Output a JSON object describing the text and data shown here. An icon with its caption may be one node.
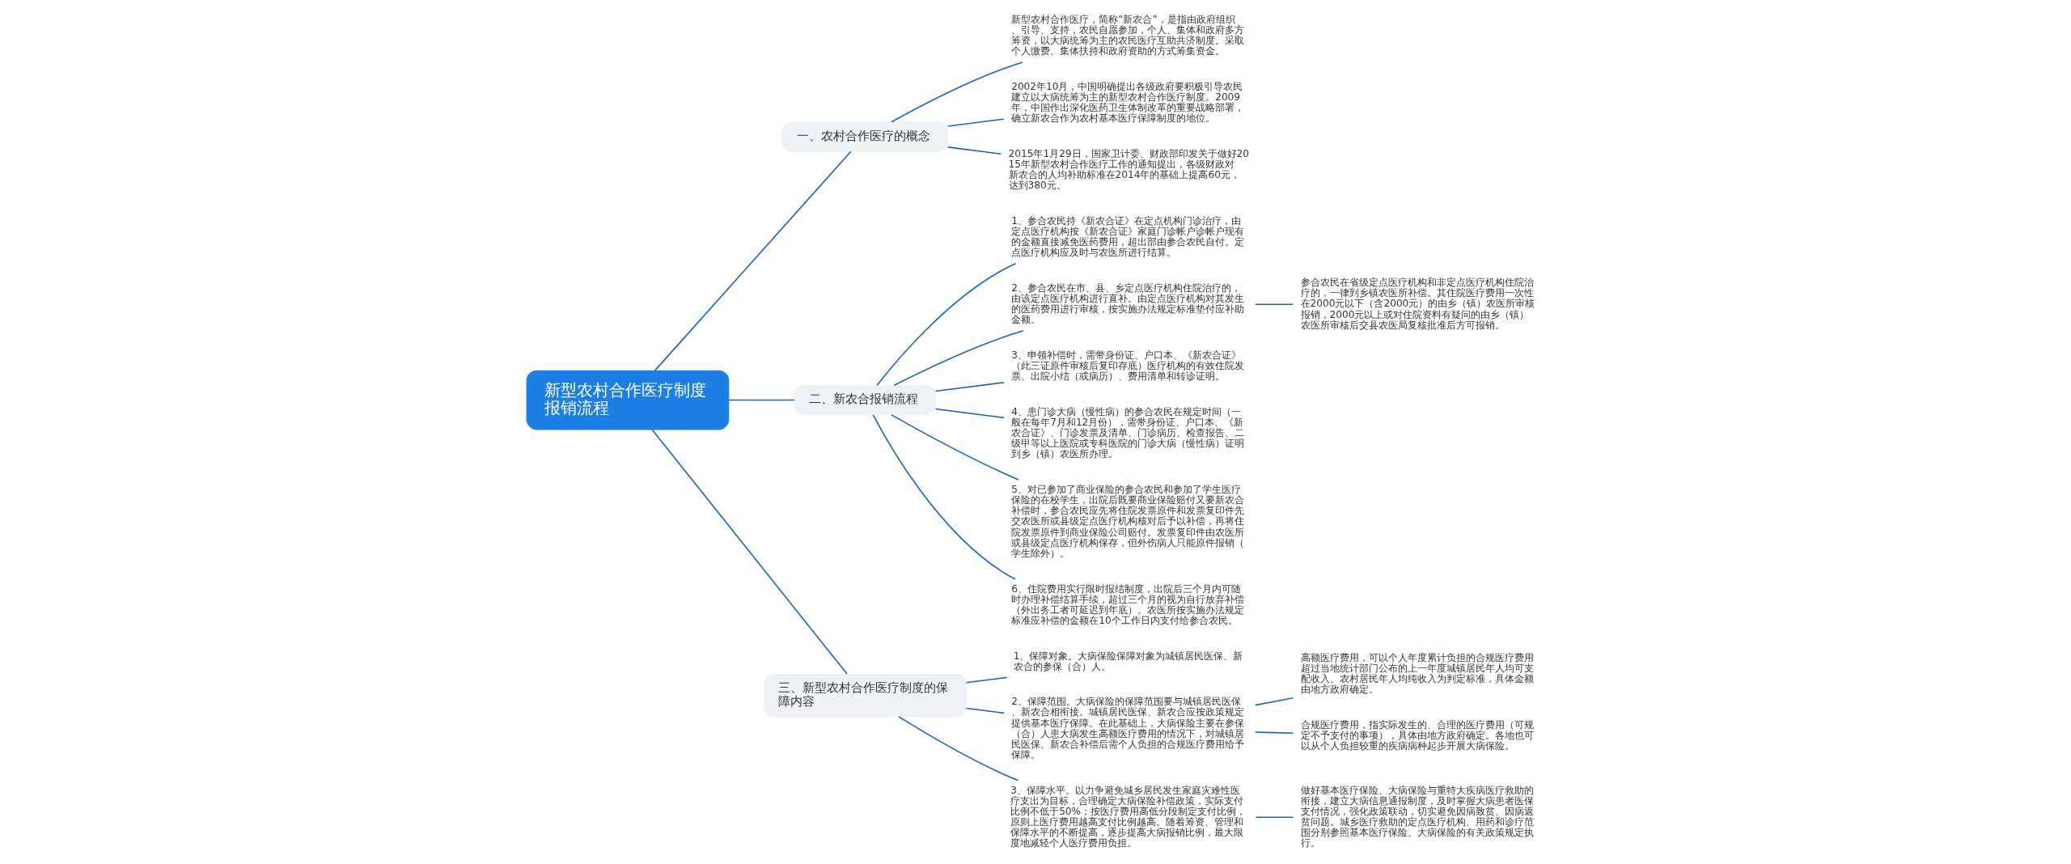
{
  "diagram": {
    "nodes": [
      {
        "text": [
          "新型农村合作医疗制度报销流程"
        ]
      },
      {
        "text": [
          "一、农村合作医疗的概念"
        ]
      },
      {
        "text": [
          "新型农村合作医疗，简称“新农合”，是指由政府组织、引导、支持，农民自愿参加，个人、集体和政府多方筹资，以大病统筹为主的农民医疗互助共济制度。采取个人缴费、集体扶持和政府资助的方式筹集资金。"
        ]
      },
      {
        "text": [
          "2002年10月，中国明确提出各级政府要积极引导农民建立以大病统筹为主的新型农村合作医疗制度。2009年，中国作出深化医药卫生体制改革的重要战略部署，确立新农合作为农村基本医疗保障制度的地位。"
        ]
      },
      {
        "text": [
          "2015年1月29日，国家卫计委、财政部印发关于做好2015年新型农村合作医疗工作的通知提出，各级财政对新农合的人均补助标准在2014年的基础上提高60元，达到380元。"
        ]
      },
      {
        "text": [
          "二、新农合报销流程"
        ]
      },
      {
        "text": [
          "1、参合农民持《新农合证》在定点机构门诊治疗，由定点医疗机构按《新农合证》家庭门诊帐户诊帐户现有的金额直接减免医药费用，超出部由参合农民自付。定点医疗机构应及时与农医所进行结算。"
        ]
      },
      {
        "text": [
          "2、参合农民在市、县、乡定点医疗机构住院治疗的，由该定点医疗机构进行直补。由定点医疗机构对其发生的医药费用进行审核，按实施办法规定标准垫付应补助金额。"
        ]
      },
      {
        "text": [
          "3、申领补偿时，需带身份证、户口本、《新农合证》（此三证原件审核后复印存底）医疗机构的有效住院发票、出院小结（或病历）、费用清单和转诊证明。"
        ]
      },
      {
        "text": [
          "4、患门诊大病（慢性病）的参合农民在规定时间（一般在每年7月和12月份），需带身份证、户口本、《新农合证》、门诊发票及清单、门诊病历、检查报告、二级甲等以上医院或专科医院的门诊大病（慢性病）证明到乡（镇）农医所办理。"
        ]
      },
      {
        "text": [
          "5、对已参加了商业保险的参合农民和参加了学生医疗保险的在校学生，出院后既要商业保险赔付又要新农合补偿时，参合农民应先将住院发票原件和发票复印件先交农医所或县级定点医疗机构核对后予以补偿，再将住院发票原件到商业保险公司赔付。发票复印件由农医所或县级定点医疗机构保存，但外伤病人只能原件报销（学生除外）。"
        ]
      },
      {
        "text": [
          "6、住院费用实行限时报结制度，出院后三个月内可随时办理补偿结算手续，超过三个月的视为自行放弃补偿（外出务工者可延迟到年底）。农医所按实施办法规定标准应补偿的金额在10个工作日内支付给参合农民。"
        ]
      },
      {
        "text": [
          "参合农民在省级定点医疗机构和非定点医疗机构住院治疗的，一律到乡镇农医所补偿。其住院医疗费用一次性在2000元以下（含2000元）的由乡（镇）农医所审核报销，2000元以上或对住院资料有疑问的由乡（镇）农医所审核后交县农医局复核批准后方可报销。"
        ]
      },
      {
        "text": [
          "三、新型农村合作医疗制度的保障内容"
        ]
      },
      {
        "text": [
          "1、保障对象。大病保险保障对象为城镇居民医保、新农合的参保（合）人。"
        ]
      },
      {
        "text": [
          "2、保障范围。大病保险的保障范围要与城镇居民医保、新农合相衔接。城镇居民医保、新农合应按政策规定提供基本医疗保障。在此基础上，大病保险主要在参保（合）人患大病发生高额医疗费用的情况下，对城镇居民医保、新农合补偿后需个人负担的合规医疗费用给予保障。"
        ]
      },
      {
        "text": [
          "高额医疗费用，可以个人年度累计负担的合规医疗费用超过当地统计部门公布的上一年度城镇居民年人均可支配收入、农村居民年人均纯收入为判定标准，具体金额由地方政府确定。"
        ]
      },
      {
        "text": [
          "合规医疗费用，指实际发生的、合理的医疗费用（可规定不予支付的事项），具体由地方政府确定。各地也可以从个人负担较重的疾病病种起步开展大病保险。"
        ]
      },
      {
        "text": [
          "3、保障水平。以力争避免城乡居民发生家庭灾难性医疗支出为目标，合理确定大病保险补偿政策，实际支付比例不低于50%；按医疗费用高低分段制定支付比例，原则上医疗费用越高支付比例越高。随着筹资、管理和保障水平的不断提高，逐步提高大病报销比例，最大限度地减轻个人医疗费用负担。"
        ]
      },
      {
        "text": [
          "做好基本医疗保险、大病保险与重特大疾病医疗救助的衔接，建立大病信息通报制度，及时掌握大病患者医保支付情况，强化政策联动，切实避免因病致贫、因病返贫问题。城乡医疗救助的定点医疗机构、用药和诊疗范围分别参照基本医疗保险、大病保险的有关政策规定执行。"
        ]
      }
    ],
    "edges": [
      {
        "from": 0,
        "to": 1,
        "arrow": "none"
      },
      {
        "from": 1,
        "to": 2,
        "arrow": "none"
      },
      {
        "from": 1,
        "to": 3,
        "arrow": "none"
      },
      {
        "from": 1,
        "to": 4,
        "arrow": "none"
      },
      {
        "from": 0,
        "to": 5,
        "arrow": "none"
      },
      {
        "from": 5,
        "to": 6,
        "arrow": "none"
      },
      {
        "from": 5,
        "to": 7,
        "arrow": "none"
      },
      {
        "from": 5,
        "to": 8,
        "arrow": "none"
      },
      {
        "from": 5,
        "to": 9,
        "arrow": "none"
      },
      {
        "from": 5,
        "to": 10,
        "arrow": "none"
      },
      {
        "from": 5,
        "to": 11,
        "arrow": "none"
      },
      {
        "from": 7,
        "to": 12,
        "arrow": "none"
      },
      {
        "from": 0,
        "to": 13,
        "arrow": "none"
      },
      {
        "from": 13,
        "to": 14,
        "arrow": "none"
      },
      {
        "from": 13,
        "to": 15,
        "arrow": "none"
      },
      {
        "from": 15,
        "to": 16,
        "arrow": "none"
      },
      {
        "from": 15,
        "to": 17,
        "arrow": "none"
      },
      {
        "from": 13,
        "to": 18,
        "arrow": "none"
      },
      {
        "from": 18,
        "to": 19,
        "arrow": "none"
      }
    ]
  }
}
